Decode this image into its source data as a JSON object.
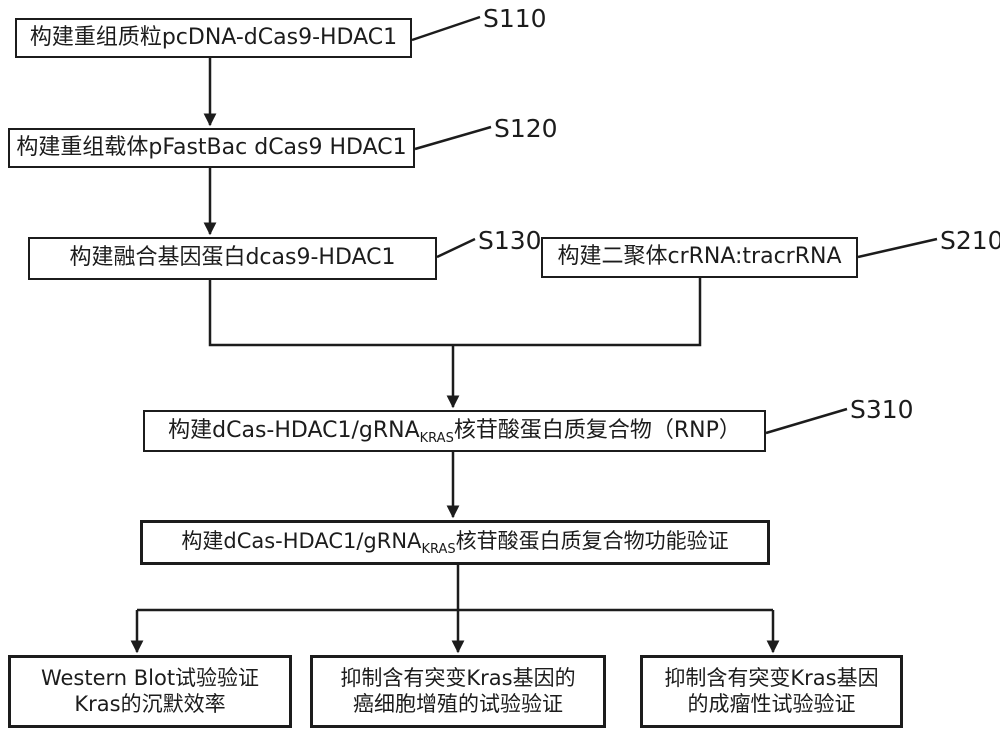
{
  "figure": {
    "background": "#ffffff",
    "line_color": "#1c1c1c",
    "text_color": "#1c1c1c"
  },
  "nodes": {
    "s110": {
      "text": "构建重组质粒pcDNA-dCas9-HDAC1",
      "label": "S110"
    },
    "s120": {
      "text": "构建重组载体pFastBac dCas9 HDAC1",
      "label": "S120"
    },
    "s130": {
      "text": "构建融合基因蛋白dcas9-HDAC1",
      "label": "S130"
    },
    "s210": {
      "text": "构建二聚体crRNA:tracrRNA",
      "label": "S210"
    },
    "s310": {
      "text_prefix": "构建dCas-HDAC1/gRNA",
      "text_sub": "KRAS",
      "text_suffix": "核苷酸蛋白质复合物（RNP）",
      "label": "S310"
    },
    "func": {
      "text_prefix": "构建dCas-HDAC1/gRNA",
      "text_sub": "KRAS",
      "text_suffix": "核苷酸蛋白质复合物功能验证"
    },
    "wb": {
      "line1": "Western Blot试验验证",
      "line2": "Kras的沉默效率"
    },
    "prolif": {
      "line1": "抑制含有突变Kras基因的",
      "line2": "癌细胞增殖的试验验证"
    },
    "tumor": {
      "line1": "抑制含有突变Kras基因",
      "line2": "的成瘤性试验验证"
    }
  }
}
